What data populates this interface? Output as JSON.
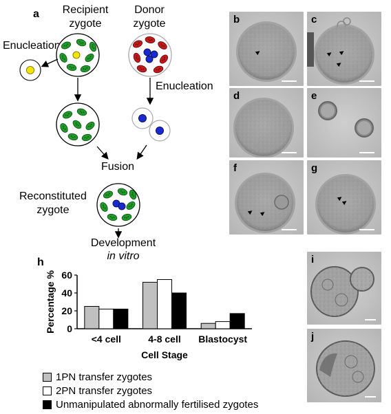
{
  "figure": {
    "panel_a": {
      "letter": "a",
      "recipient_label": "Recipient\nzygote",
      "donor_label": "Donor\nzygote",
      "enucleation_left": "Enucleation",
      "enucleation_right": "Enucleation",
      "fusion": "Fusion",
      "reconstituted": "Reconstituted\nzygote",
      "development": "Development",
      "in_vitro": "in vitro",
      "colors": {
        "mitochondria_green": "#1f9b2a",
        "mitochondria_red": "#c41a1a",
        "pronucleus_blue": "#1a2ad0",
        "pronucleus_yellow": "#f2e600"
      }
    },
    "micrographs": [
      {
        "letter": "b",
        "arrowheads": 1
      },
      {
        "letter": "c",
        "arrowheads": 3
      },
      {
        "letter": "d",
        "arrowheads": 0
      },
      {
        "letter": "e",
        "arrowheads": 0
      },
      {
        "letter": "f",
        "arrowheads": 2
      },
      {
        "letter": "g",
        "arrowheads": 2
      },
      {
        "letter": "i",
        "arrowheads": 0
      },
      {
        "letter": "j",
        "arrowheads": 0
      }
    ],
    "panel_h": {
      "letter": "h",
      "legend": [
        {
          "label": "1PN transfer zygotes",
          "color": "#c0c0c0"
        },
        {
          "label": "2PN transfer zygotes",
          "color": "#ffffff"
        },
        {
          "label": "Unmanipulated abnormally fertilised zygotes",
          "color": "#000000"
        }
      ]
    }
  },
  "chart_data": {
    "type": "bar",
    "categories": [
      "<4 cell",
      "4-8 cell",
      "Blastocyst"
    ],
    "series": [
      {
        "name": "1PN transfer zygotes",
        "values": [
          25,
          52,
          6
        ]
      },
      {
        "name": "2PN transfer zygotes",
        "values": [
          22,
          55,
          8
        ]
      },
      {
        "name": "Unmanipulated abnormally fertilised zygotes",
        "values": [
          22,
          40,
          17
        ]
      }
    ],
    "ylabel": "Percentage %",
    "xlabel": "Cell Stage",
    "yticks": [
      "0",
      "20",
      "40",
      "60"
    ],
    "ylim": [
      0,
      60
    ],
    "grid": false
  }
}
